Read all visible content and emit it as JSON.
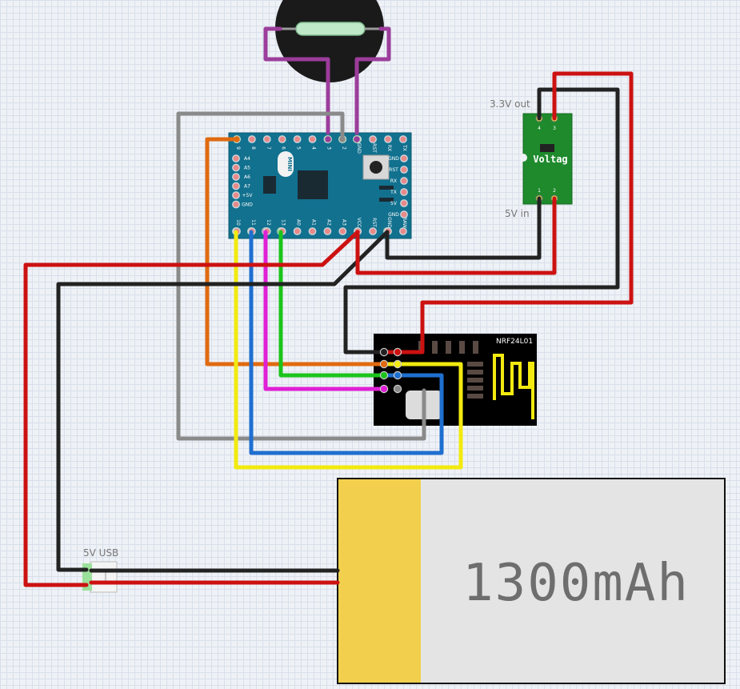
{
  "labels": {
    "regulator_out": "3.3V out",
    "regulator_in": "5V in",
    "regulator_name": "Voltag",
    "regulator_pins": [
      "4",
      "3",
      "1",
      "2"
    ],
    "usb": "5V USB",
    "radio_name": "NRF24L01",
    "battery": "1300mAh",
    "mini_logo": "MINI",
    "mini_top_pins": [
      "9",
      "8",
      "7",
      "6",
      "5",
      "4",
      "3",
      "2",
      "GND",
      "RST",
      "RX",
      "TX"
    ],
    "mini_bottom_pins": [
      "10",
      "11",
      "12",
      "13",
      "A0",
      "A1",
      "A2",
      "A3",
      "VCC",
      "RST",
      "GND",
      "RAW"
    ],
    "mini_left_pins": [
      "A4",
      "A5",
      "A6",
      "A7",
      "+5V",
      "GND"
    ],
    "mini_right_pins": [
      "GND",
      "RST",
      "RX",
      "TX",
      "5V",
      "GND"
    ]
  },
  "colors": {
    "red": "#cc1111",
    "black": "#222222",
    "gray": "#8a8a8a",
    "orange": "#e06a10",
    "yellow": "#f2ea10",
    "blue": "#1f6fd0",
    "magenta": "#e01fd6",
    "green": "#1bc41b",
    "purple": "#9c3d9c",
    "pcb_blue": "#11718f",
    "pcb_green": "#1e8a2c",
    "battery_yellow": "#f2d04e",
    "battery_gray": "#e2e2e2"
  }
}
